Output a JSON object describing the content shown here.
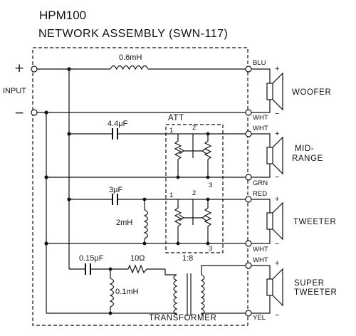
{
  "title": {
    "model": "HPM100",
    "assembly": "NETWORK ASSEMBLY (SWN-117)"
  },
  "input": {
    "label": "INPUT",
    "plus": "+",
    "minus": "−"
  },
  "components": {
    "inductor_main": "0.6mH",
    "cap_mid": "4.4μF",
    "cap_tweeter": "3μF",
    "inductor_tweeter": "2mH",
    "cap_super": "0.15μF",
    "resistor_super": "10Ω",
    "inductor_super": "0.1mH",
    "transformer_ratio": "1:8",
    "transformer": "TRANSFORMER",
    "attenuator": "ATT"
  },
  "att_pins": {
    "mid": [
      "1",
      "2",
      "3"
    ],
    "tweeter": [
      "1",
      "2",
      "3"
    ]
  },
  "wires": [
    "BLU",
    "WHT",
    "WHT",
    "GRN",
    "RED",
    "WHT",
    "WHT",
    "YEL"
  ],
  "polarity": {
    "plus": "+",
    "minus": "−"
  },
  "speakers": [
    {
      "name": "WOOFER"
    },
    {
      "name": "MID-\nRANGE",
      "line1": "MID-",
      "line2": "RANGE"
    },
    {
      "name": "TWEETER"
    },
    {
      "name": "SUPER\nTWEETER",
      "line1": "SUPER",
      "line2": "TWEETER"
    }
  ]
}
